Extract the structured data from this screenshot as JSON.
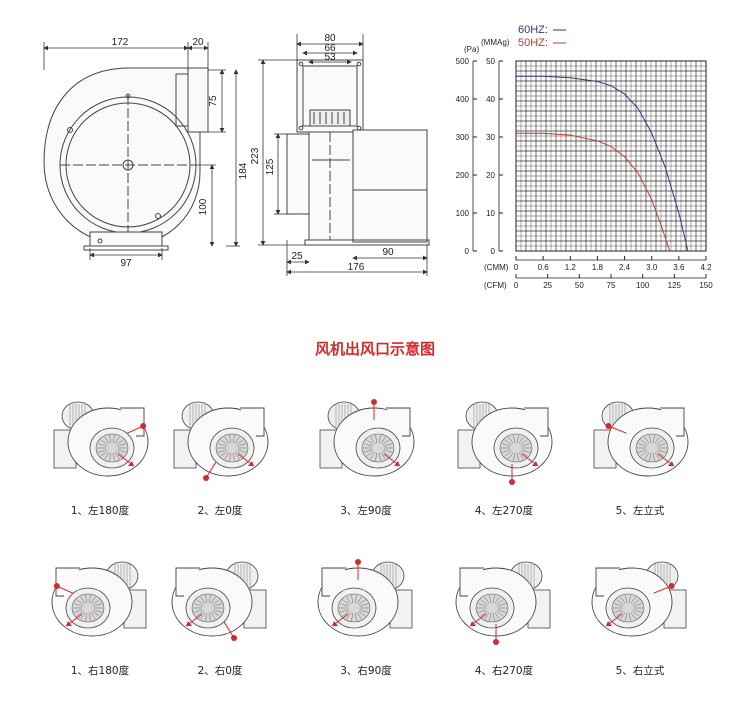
{
  "drawing": {
    "side_view": {
      "dim_width_total": "172",
      "dim_outlet_depth": "20",
      "dim_outlet_height": "75",
      "dim_height_total": "184",
      "dim_axis_height": "100",
      "dim_base_width": "97"
    },
    "front_view": {
      "dim_flange_outer": "80",
      "dim_flange_mid": "66",
      "dim_flange_inner": "53",
      "dim_height": "223",
      "dim_body_height": "125",
      "dim_offset": "25",
      "dim_motor": "90",
      "dim_length": "176"
    }
  },
  "chart_data": {
    "type": "line",
    "title": "",
    "legend": [
      {
        "label": "60HZ:",
        "color": "#2a3a7a"
      },
      {
        "label": "50HZ:",
        "color": "#c0392b"
      }
    ],
    "ylabel_pa": "(Pa)",
    "ylabel_mmag": "(MMAg)",
    "xlabel_cmm": "(CMM)",
    "xlabel_cfm": "(CFM)",
    "pa_ticks": [
      "500",
      "400",
      "300",
      "200",
      "100",
      "0"
    ],
    "mmag_ticks": [
      "50",
      "40",
      "30",
      "20",
      "10",
      "0"
    ],
    "cmm_ticks": [
      "0",
      "0.6",
      "1.2",
      "1.8",
      "2.4",
      "3.0",
      "3.6",
      "4.2"
    ],
    "cfm_ticks": [
      "0",
      "25",
      "50",
      "75",
      "100",
      "125",
      "150"
    ],
    "xlim_cmm": [
      0,
      4.2
    ],
    "ylim_mmag": [
      0,
      50
    ],
    "grid": true,
    "series": [
      {
        "name": "60HZ",
        "color": "#2a3a7a",
        "x": [
          0,
          0.6,
          1.2,
          1.8,
          2.1,
          2.4,
          2.7,
          3.0,
          3.3,
          3.6,
          3.8
        ],
        "y": [
          46,
          46,
          45.6,
          44.6,
          43.5,
          41.3,
          37.5,
          31,
          22,
          10,
          0
        ]
      },
      {
        "name": "50HZ",
        "color": "#c0392b",
        "x": [
          0,
          0.6,
          1.2,
          1.8,
          2.1,
          2.4,
          2.7,
          3.0,
          3.2,
          3.4
        ],
        "y": [
          31,
          31,
          30.5,
          29,
          27.5,
          24.8,
          20.5,
          13.5,
          7,
          0
        ]
      }
    ]
  },
  "section_title": "风机出风口示意图",
  "orientations": {
    "left": [
      "1、左180度",
      "2、左0度",
      "3、左90度",
      "4、左270度",
      "5、左立式"
    ],
    "right": [
      "1、右180度",
      "2、右0度",
      "3、右90度",
      "4、右270度",
      "5、右立式"
    ]
  }
}
